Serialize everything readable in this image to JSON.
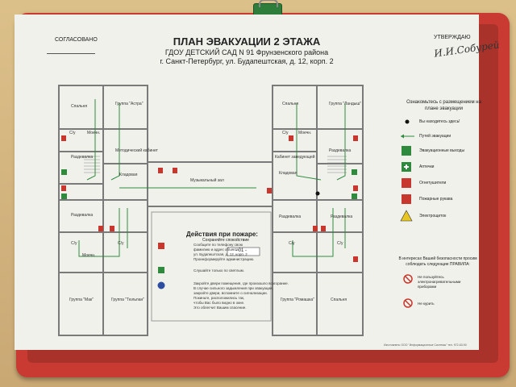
{
  "header": {
    "approved_left": "СОГЛАСОВАНО",
    "approved_right": "УТВЕРЖДАЮ",
    "signature": "И.И.Собурей",
    "title": "ПЛАН ЭВАКУАЦИИ 2 ЭТАЖА",
    "org": "ГДОУ ДЕТСКИЙ САД N 91 Фрунзенского района",
    "address": "г. Санкт-Петербург, ул. Будапештская, д. 12, корп. 2"
  },
  "rooms": {
    "left": [
      "Спальня",
      "Группа \"Астра\"",
      "С/у",
      "Моечн.",
      "Раздевалка",
      "Методический кабинет",
      "Кладовая",
      "Раздевалка",
      "С/у",
      "С/у",
      "Моечн.",
      "Группа \"Мак\"",
      "Группа \"Тюльпан\""
    ],
    "center": [
      "Музыкальный зал"
    ],
    "right": [
      "Спальня",
      "Группа \"Ландыш\"",
      "С/у",
      "Моечн.",
      "Кабинет заведующей",
      "Раздевалка",
      "Кладовая",
      "Раздевалка",
      "Раздевалка",
      "С/у",
      "С/у",
      "Группа \"Ромашка\"",
      "Спальня"
    ]
  },
  "actions": {
    "title": "Действия при пожаре:",
    "subtitle": "Сохраняйте спокойствие",
    "step1": [
      "Сообщите по телефону свою",
      "фамилию и адрес объекта",
      "ул. Будапештская, д. 12, корп. 2",
      "Проинформируйте администрацию."
    ],
    "phone": "- 01 -",
    "step2": "Слушайте только по светлым.",
    "step3": [
      "Закройте двери помещения, где произошло возгорание.",
      "В случае сильного задымления при эвакуации,",
      "закройте двери, вспомните о сигнализации.",
      "Покиньте, расположились так,",
      "чтобы Вас было видно в окне.",
      "Это облегчит Вашим спасение."
    ]
  },
  "legend": {
    "heading": "Ознакомьтесь с размещением на плане эвакуации",
    "items": [
      {
        "label": "Вы находитесь здесь!",
        "icon": "you-are-here-dot-icon"
      },
      {
        "label": "Путей эвакуации",
        "icon": "evacuation-arrow-icon"
      },
      {
        "label": "Эвакуационные выходы",
        "icon": "exit-sign-icon"
      },
      {
        "label": "Аптечки",
        "icon": "first-aid-icon"
      },
      {
        "label": "Огнетушители",
        "icon": "extinguisher-icon"
      },
      {
        "label": "Пожарные рукава",
        "icon": "fire-hose-icon"
      },
      {
        "label": "Электрощиток",
        "icon": "electric-warning-icon"
      }
    ]
  },
  "safety": {
    "heading": "В интересах Вашей безопасности просим соблюдать следующие ПРАВИЛА:",
    "rules": [
      "Не пользуйтесь электронагревательными приборами",
      "Не курить"
    ]
  },
  "footnote": "Изготовлено ООО \"Информационные Системы\" тел. 972-63-90",
  "colors": {
    "frame": "#c93a33",
    "walls": "#7a7a7a",
    "green": "#2e8b3e",
    "red": "#c8372d"
  }
}
